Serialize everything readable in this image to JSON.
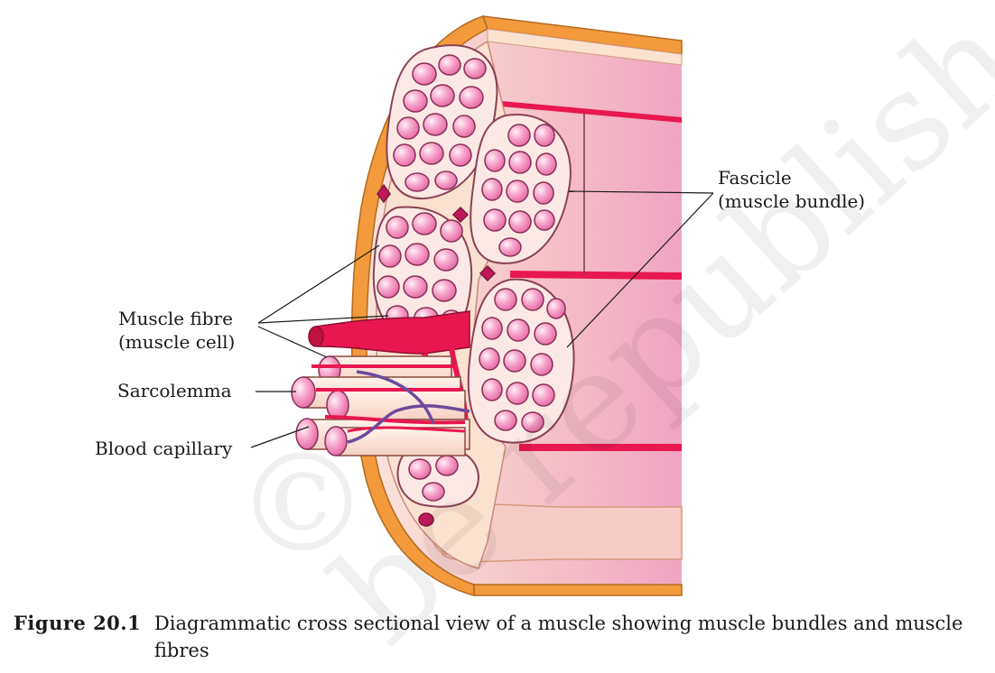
{
  "labels": {
    "fascicle_line1": "Fascicle",
    "fascicle_line2": "(muscle bundle)",
    "fibre_line1": "Muscle fibre",
    "fibre_line2": "(muscle cell)",
    "sarcolemma": "Sarcolemma",
    "capillary": "Blood capillary"
  },
  "caption": {
    "figure_number": "Figure 20.1",
    "text": "Diagrammatic cross sectional view of a muscle showing muscle bundles and muscle fibres"
  },
  "watermark": {
    "symbol": "©",
    "text": "be republished"
  },
  "colors": {
    "epimysium": "#f29a3c",
    "perimysium": "#fbe1cf",
    "fibre": "#ee78ae",
    "vessel": "#e8174f",
    "vein": "#6c4b9b",
    "muscle_body": "#f3b6c6"
  }
}
